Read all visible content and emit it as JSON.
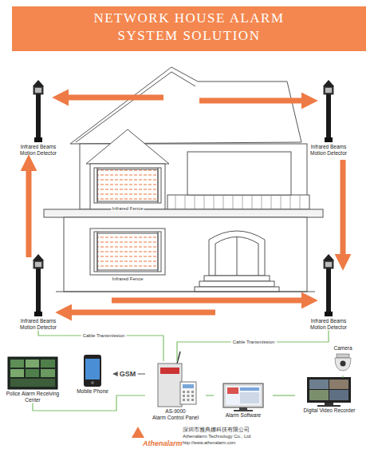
{
  "diagram": {
    "title": "NETWORK HOUSE ALARM SYSTEM SOLUTION",
    "nodes": [
      {
        "text": [
          "Infrared Beams Motion Detector"
        ]
      },
      {
        "text": [
          "Infrared Beams Motion Detector"
        ]
      },
      {
        "text": [
          "Infrared Beams Motion Detector"
        ]
      },
      {
        "text": [
          "Infrared Beams Motion Detector"
        ]
      },
      {
        "text": [
          "Police Alarm Receiving Center"
        ]
      },
      {
        "text": [
          "Mobile Phone"
        ]
      },
      {
        "text": [
          "AS-9000",
          "Alarm Control Panel"
        ]
      },
      {
        "text": [
          "Alarm Software"
        ]
      },
      {
        "text": [
          "Digital Video Recorder"
        ]
      },
      {
        "text": [
          "Camera"
        ]
      }
    ],
    "edges": [
      {
        "from": 2,
        "to": 6,
        "arrow": "none",
        "label": "Cable Transmission"
      },
      {
        "from": 3,
        "to": 6,
        "arrow": "none",
        "label": "Cable Transmission"
      },
      {
        "from": 6,
        "to": 5,
        "arrow": "to",
        "label": "GSM"
      },
      {
        "from": 6,
        "to": 4,
        "arrow": "none"
      },
      {
        "from": 6,
        "to": 7,
        "arrow": "none"
      },
      {
        "from": 7,
        "to": 8,
        "arrow": "none"
      },
      {
        "from": 9,
        "to": 8,
        "arrow": "none"
      }
    ],
    "labels": [
      "Infrared Fence",
      "Infrared Fence",
      "Athenalarm",
      "深圳市雅典娜科技有限公司",
      "Athenalarm Technology Co., Ltd",
      "http://www.athenalarm.com"
    ]
  }
}
